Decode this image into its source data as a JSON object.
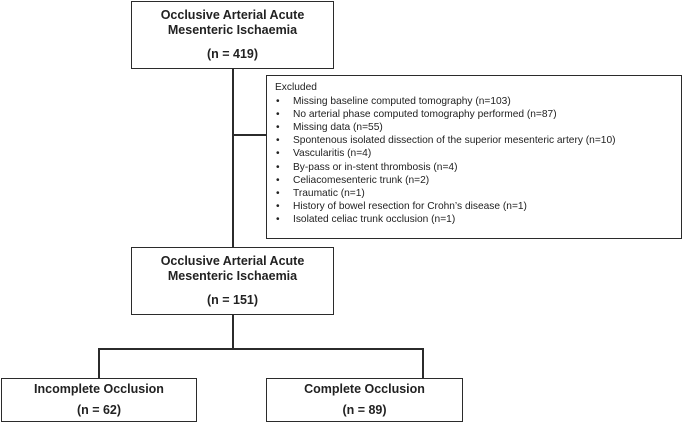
{
  "top_box": {
    "line1": "Occlusive Arterial Acute",
    "line2": "Mesenteric Ischaemia",
    "count": "(n = 419)"
  },
  "excluded": {
    "heading": "Excluded",
    "items": [
      "Missing baseline computed tomography (n=103)",
      "No arterial phase computed tomography performed (n=87)",
      "Missing data (n=55)",
      "Spontenous isolated dissection of the superior mesenteric artery (n=10)",
      "Vascularitis (n=4)",
      "By-pass or in-stent thrombosis (n=4)",
      "Celiacomesenteric trunk (n=2)",
      "Traumatic (n=1)",
      "History of bowel resection for Crohn’s disease (n=1)",
      "Isolated celiac trunk occlusion (n=1)"
    ]
  },
  "middle_box": {
    "line1": "Occlusive Arterial Acute",
    "line2": "Mesenteric Ischaemia",
    "count": "(n = 151)"
  },
  "left_box": {
    "label": "Incomplete Occlusion",
    "count": "(n = 62)"
  },
  "right_box": {
    "label": "Complete Occlusion",
    "count": "(n = 89)"
  }
}
